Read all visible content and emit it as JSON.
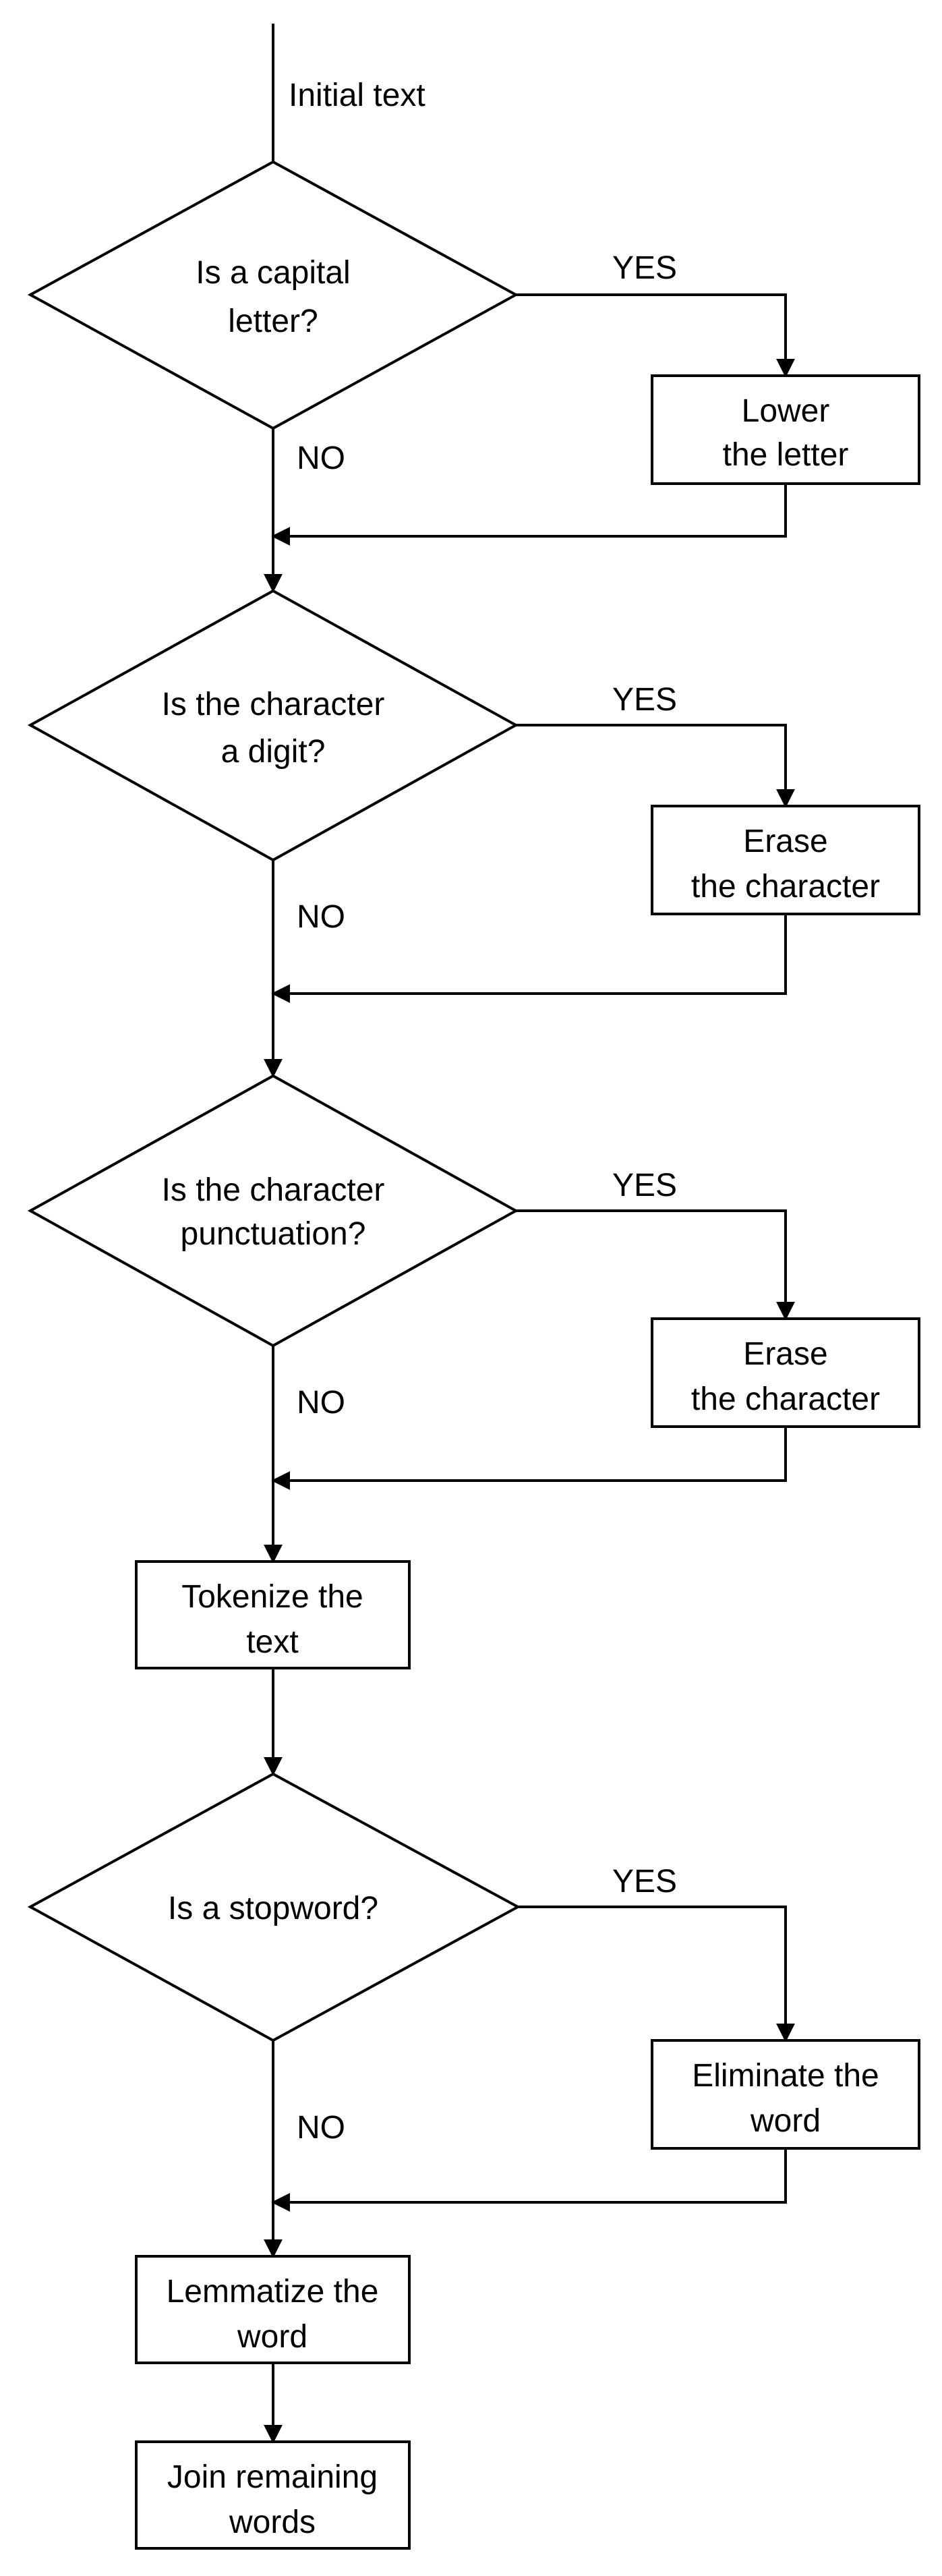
{
  "start": {
    "label": "Initial text"
  },
  "decisions": [
    {
      "line1": "Is a capital",
      "line2": "letter?"
    },
    {
      "line1": "Is the character",
      "line2": "a digit?"
    },
    {
      "line1": "Is the character",
      "line2": "punctuation?"
    },
    {
      "line1": "Is a stopword?"
    }
  ],
  "side_actions": [
    {
      "line1": "Lower",
      "line2": "the letter"
    },
    {
      "line1": "Erase",
      "line2": "the character"
    },
    {
      "line1": "Erase",
      "line2": "the character"
    },
    {
      "line1": "Eliminate the",
      "line2": "word"
    }
  ],
  "steps": [
    {
      "line1": "Tokenize the",
      "line2": "text"
    },
    {
      "line1": "Lemmatize the",
      "line2": "word"
    },
    {
      "line1": "Join remaining",
      "line2": "words"
    }
  ],
  "edge_labels": {
    "yes": [
      "YES",
      "YES",
      "YES",
      "YES"
    ],
    "no": [
      "NO",
      "NO",
      "NO",
      "NO"
    ]
  }
}
